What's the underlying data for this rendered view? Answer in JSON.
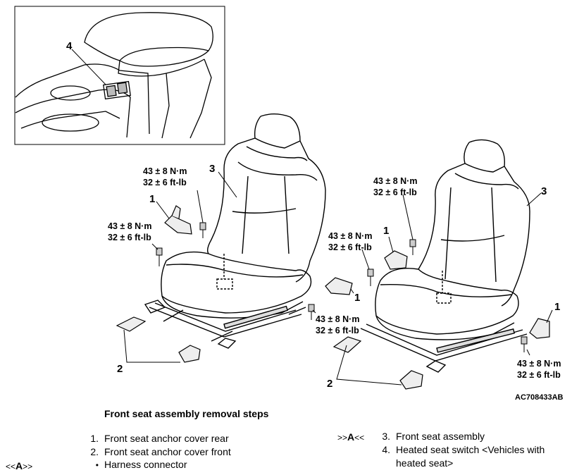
{
  "figure": {
    "inset_callout": "4",
    "labels": {
      "left_seat_number": "3",
      "left_bracket_number": "1",
      "left_covers_number": "2",
      "right_seat_number": "3",
      "right_bracket_top_number": "1",
      "right_bracket_mid_number": "1",
      "right_bracket_rear_number": "1",
      "right_covers_number": "2"
    },
    "torque": {
      "t1_line1": "43 ± 8 N·m",
      "t1_line2": "32 ± 6 ft-lb",
      "t2_line1": "43 ± 8 N·m",
      "t2_line2": "32 ± 6 ft-lb",
      "t3_line1": "43 ± 8 N·m",
      "t3_line2": "32 ± 6 ft-lb",
      "t4_line1": "43 ± 8 N·m",
      "t4_line2": "32 ± 6 ft-lb",
      "t5_line1": "43 ± 8 N·m",
      "t5_line2": "32 ± 6 ft-lb",
      "t6_line1": "43 ± 8 N·m",
      "t6_line2": "32 ± 6 ft-lb"
    },
    "figure_id": "AC708433AB"
  },
  "procedure": {
    "title": "Front seat assembly removal steps",
    "steps": [
      {
        "marker": "1.",
        "text": "Front seat anchor cover rear"
      },
      {
        "marker": "2.",
        "text": "Front seat anchor cover front"
      },
      {
        "marker": "•",
        "text": "Harness connector",
        "tag_prefix": "<<",
        "tag_letter": "A",
        "tag_suffix": ">>"
      },
      {
        "marker": "3.",
        "text": "Front seat assembly",
        "tag_prefix": ">>",
        "tag_letter": "A",
        "tag_suffix": "<<"
      },
      {
        "marker": "4.",
        "text": "Heated seat switch <Vehicles with",
        "text2": "heated seat>"
      }
    ]
  }
}
